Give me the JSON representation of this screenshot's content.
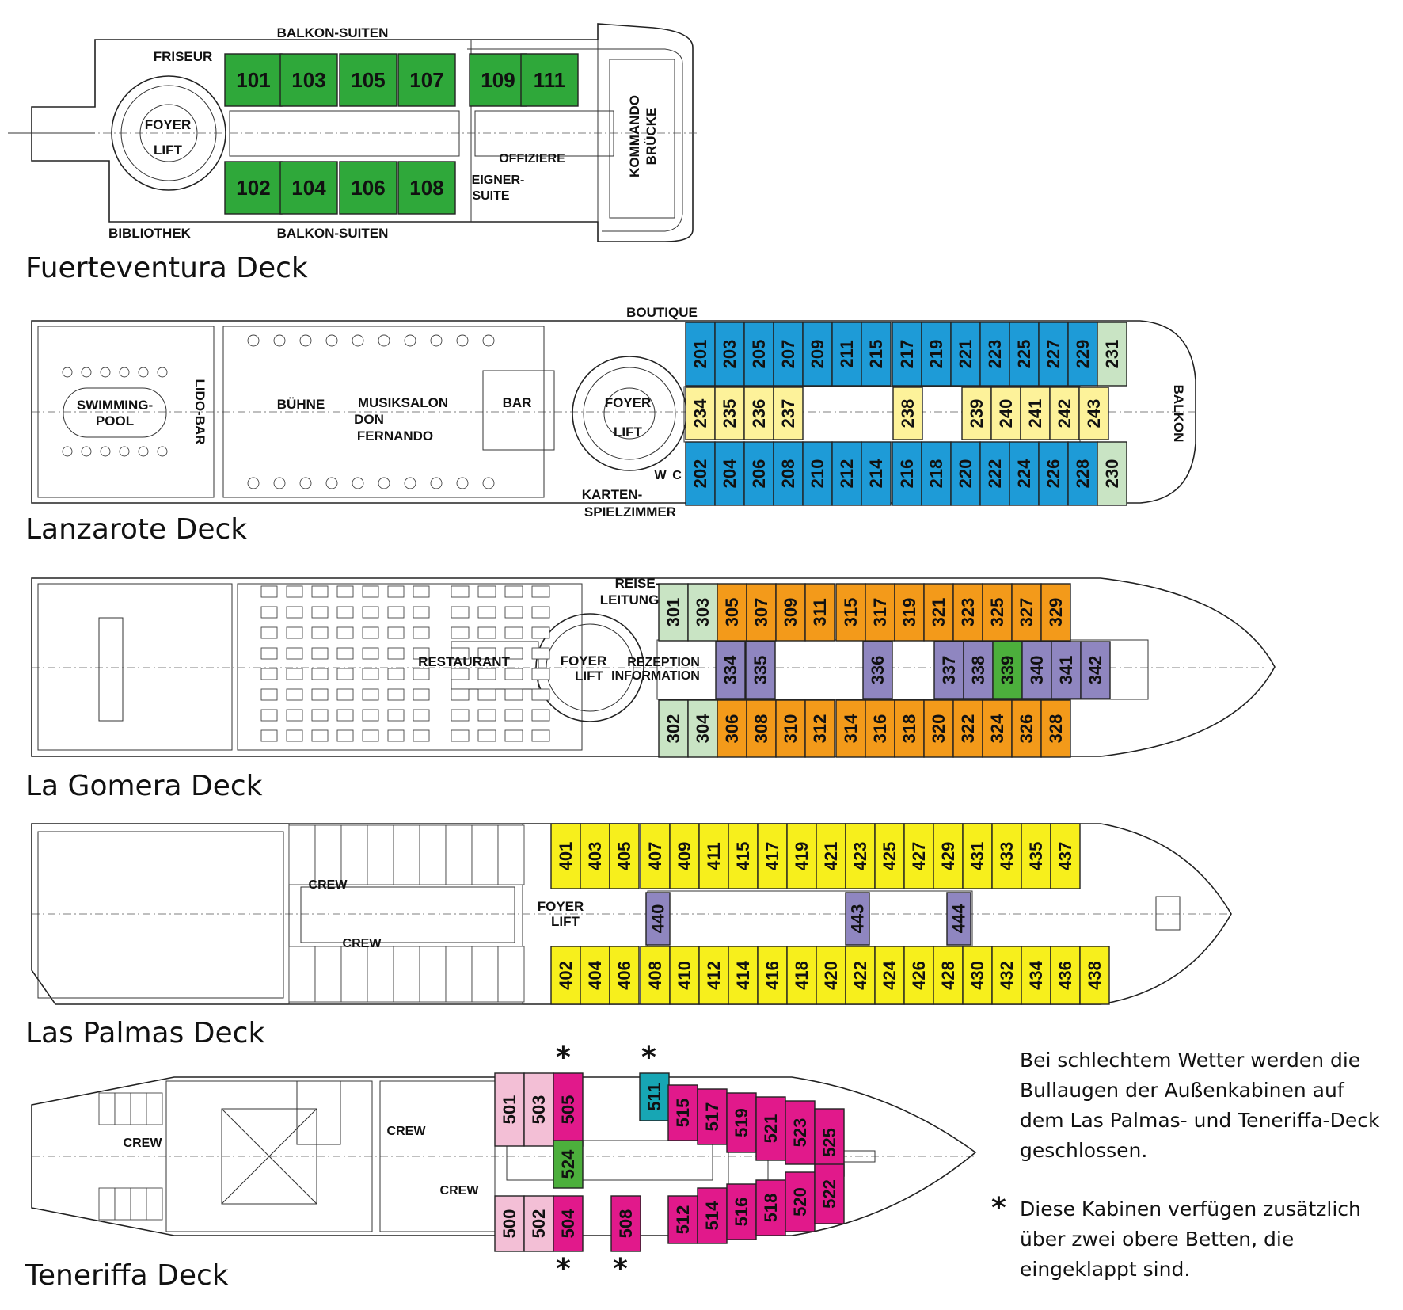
{
  "colors": {
    "suite_green": "#2fa83a",
    "blue": "#1e9bd7",
    "light_yellow": "#fdf29a",
    "light_green": "#c9e4c4",
    "orange": "#f39a1a",
    "purple": "#8f86c0",
    "yellow": "#f7ef1c",
    "pink": "#f3bfd6",
    "magenta": "#e1198b",
    "teal": "#17a6b4",
    "green": "#4caf3c"
  },
  "deck_titles": {
    "fuerteventura": "Fuerteventura Deck",
    "lanzarote": "Lanzarote Deck",
    "lagomera": "La Gomera Deck",
    "laspalmas": "Las Palmas Deck",
    "teneriffa": "Teneriffa Deck"
  },
  "labels": {
    "balkon_suiten": "BALKON-SUITEN",
    "friseur": "FRISEUR",
    "bibliothek": "BIBLIOTHEK",
    "foyer": "FOYER",
    "lift": "LIFT",
    "offiziere": "OFFIZIERE",
    "eigner_1": "EIGNER-",
    "eigner_2": "SUITE",
    "kommando": "KOMMANDO",
    "bruecke": "BRÜCKE",
    "boutique": "BOUTIQUE",
    "swimming_1": "SWIMMING-",
    "swimming_2": "POOL",
    "lido_bar": "LIDO-BAR",
    "buehne": "BÜHNE",
    "musiksalon_1": "MUSIKSALON",
    "musiksalon_2": "DON",
    "musiksalon_3": "FERNANDO",
    "bar": "BAR",
    "wc_w": "W",
    "wc_c": "C",
    "karten_1": "KARTEN-",
    "karten_2": "SPIELZIMMER",
    "balkon": "BALKON",
    "reise_1": "REISE-",
    "reise_2": "LEITUNG",
    "restaurant": "RESTAURANT",
    "rezeption": "REZEPTION",
    "information": "INFORMATION",
    "crew": "CREW"
  },
  "star": "*",
  "note1": [
    "Bei schlechtem Wetter werden die",
    "Bullaugen der Außenkabinen auf",
    "dem Las Palmas- und Teneriffa-Deck",
    "geschlossen."
  ],
  "note2": [
    "Diese Kabinen verfügen zusätzlich",
    "über zwei obere Betten, die",
    "eingeklappt sind."
  ],
  "cabins": {
    "fuerteventura": {
      "top": [
        "101",
        "103",
        "105",
        "107",
        "109",
        "111"
      ],
      "bottom": [
        "102",
        "104",
        "106",
        "108"
      ]
    },
    "lanzarote": {
      "top": [
        "201",
        "203",
        "205",
        "207",
        "209",
        "211",
        "215",
        "217",
        "219",
        "221",
        "223",
        "225",
        "227",
        "229",
        "231"
      ],
      "middle": [
        "234",
        "235",
        "236",
        "237",
        "238",
        "239",
        "240",
        "241",
        "242",
        "243"
      ],
      "bottom": [
        "202",
        "204",
        "206",
        "208",
        "210",
        "212",
        "214",
        "216",
        "218",
        "220",
        "222",
        "224",
        "226",
        "228",
        "230"
      ]
    },
    "lagomera": {
      "top": [
        "301",
        "303",
        "305",
        "307",
        "309",
        "311",
        "315",
        "317",
        "319",
        "321",
        "323",
        "325",
        "327",
        "329"
      ],
      "middle": [
        "334",
        "335",
        "336",
        "337",
        "338",
        "339",
        "340",
        "341",
        "342"
      ],
      "bottom": [
        "302",
        "304",
        "306",
        "308",
        "310",
        "312",
        "314",
        "316",
        "318",
        "320",
        "322",
        "324",
        "326",
        "328"
      ]
    },
    "laspalmas": {
      "top": [
        "401",
        "403",
        "405",
        "407",
        "409",
        "411",
        "415",
        "417",
        "419",
        "421",
        "423",
        "425",
        "427",
        "429",
        "431",
        "433",
        "435",
        "437"
      ],
      "middle": [
        "440",
        "443",
        "444"
      ],
      "bottom": [
        "402",
        "404",
        "406",
        "408",
        "410",
        "412",
        "414",
        "416",
        "418",
        "420",
        "422",
        "424",
        "426",
        "428",
        "430",
        "432",
        "434",
        "436",
        "438"
      ]
    },
    "teneriffa": {
      "top": [
        "501",
        "503",
        "505",
        "511",
        "515",
        "517",
        "519",
        "521",
        "523",
        "525"
      ],
      "middle": [
        "524"
      ],
      "bottom": [
        "500",
        "502",
        "504",
        "508",
        "512",
        "514",
        "516",
        "518",
        "520",
        "522"
      ]
    }
  }
}
